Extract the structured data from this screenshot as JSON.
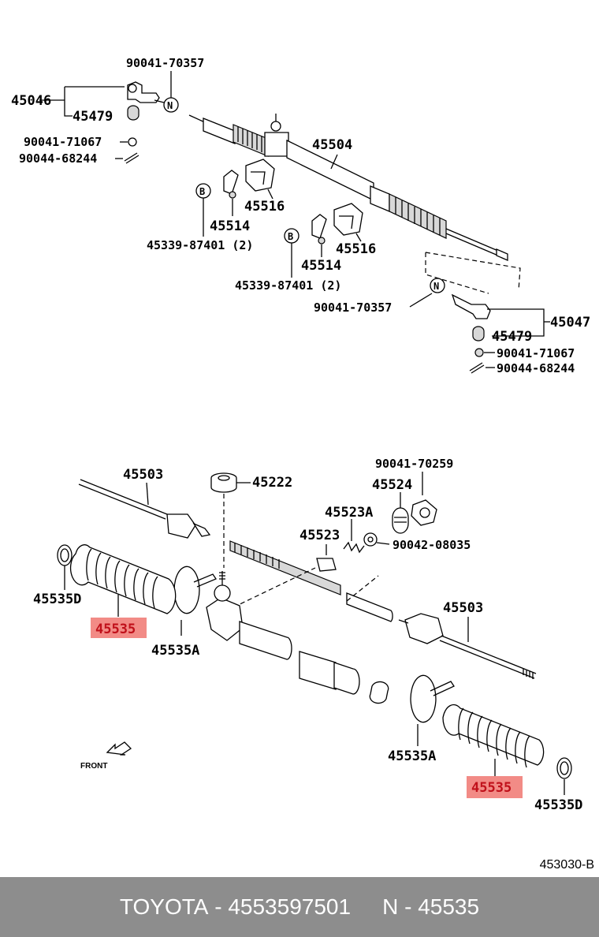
{
  "diagram": {
    "catalog_code": "453030-B",
    "front_label": "FRONT",
    "highlight_color": "#f28b86",
    "top_assembly": {
      "labels": {
        "p90041_70357_a": "90041-70357",
        "p45046": "45046",
        "p45479_a": "45479",
        "p90041_71067_a": "90041-71067",
        "p90044_68244_a": "90044-68244",
        "p45504": "45504",
        "p45516_a": "45516",
        "p45514_a": "45514",
        "p45339_a": "45339-87401 (2)",
        "p45516_b": "45516",
        "p45514_b": "45514",
        "p45339_b": "45339-87401 (2)",
        "p90041_70357_b": "90041-70357",
        "p45047": "45047",
        "p45479_b": "45479",
        "p90041_71067_b": "90041-71067",
        "p90044_68244_b": "90044-68244"
      },
      "callouts": {
        "n": "N",
        "b": "B"
      }
    },
    "bottom_assembly": {
      "labels": {
        "p90041_70259": "90041-70259",
        "p45503_a": "45503",
        "p45222": "45222",
        "p45524": "45524",
        "p45523a": "45523A",
        "p45523": "45523",
        "p90042_08035": "90042-08035",
        "p45535d_a": "45535D",
        "p45535_a": "45535",
        "p45535a_a": "45535A",
        "p45503_b": "45503",
        "p45535a_b": "45535A",
        "p45535_b": "45535",
        "p45535d_b": "45535D"
      }
    }
  },
  "footer": {
    "brand": "TOYOTA",
    "part_number": "4553597501",
    "ref_prefix": "N",
    "ref_number": "45535",
    "dash": "-"
  }
}
